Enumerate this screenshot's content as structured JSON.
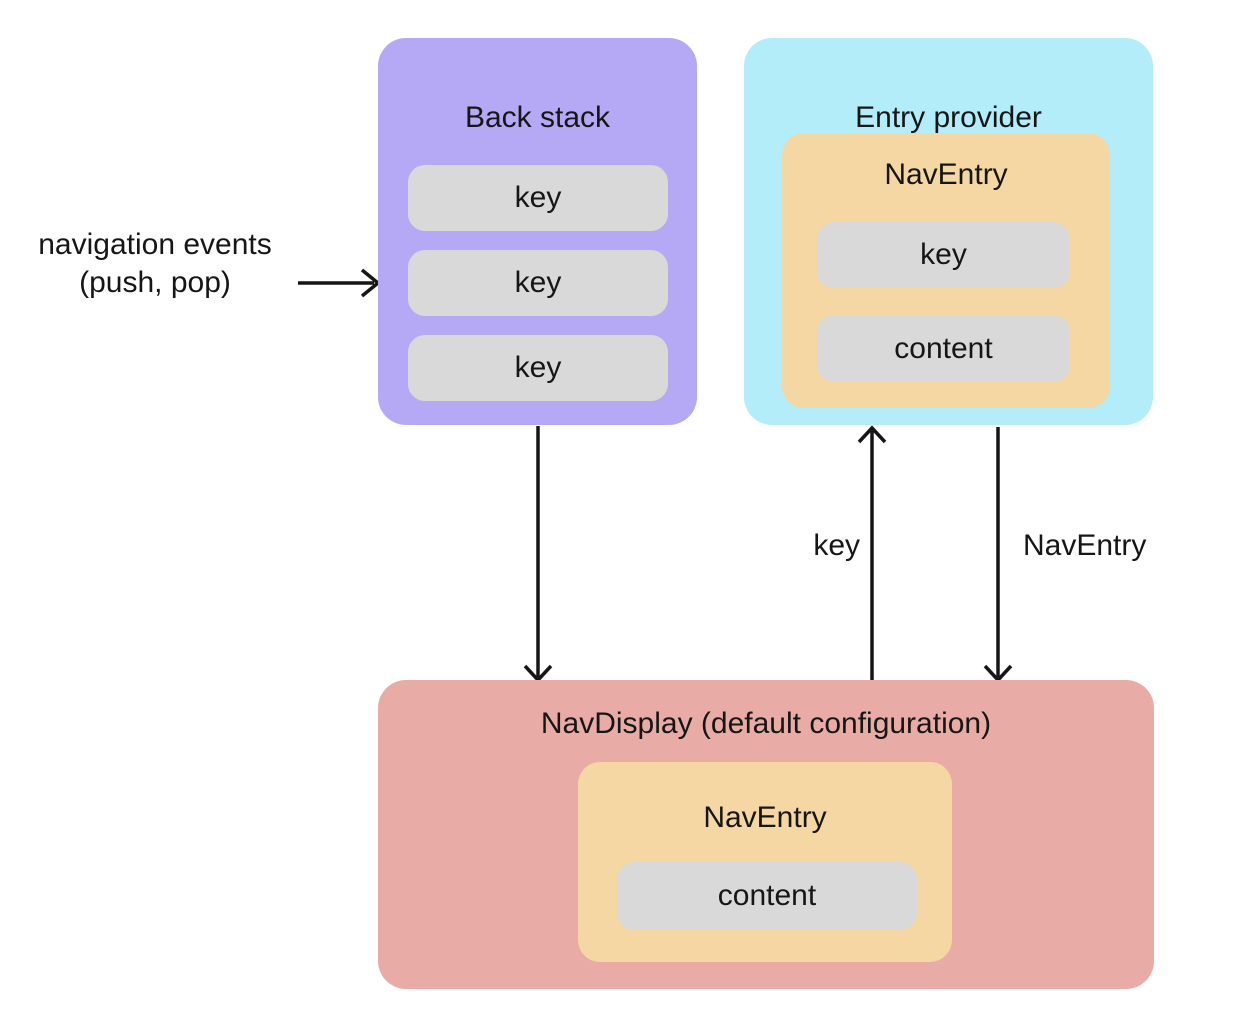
{
  "colors": {
    "box-purple": "#b5a8f5",
    "box-cyan": "#b3edfa",
    "box-tan": "#f4d7a2",
    "box-pink": "#e9aba6",
    "pill-gray": "#d9d9d9",
    "ink": "#161616"
  },
  "back_stack": {
    "title": "Back stack",
    "items": [
      "key",
      "key",
      "key"
    ]
  },
  "entry_provider": {
    "title": "Entry provider",
    "nav_entry": {
      "title": "NavEntry",
      "key": "key",
      "content": "content"
    }
  },
  "nav_display": {
    "title": "NavDisplay (default configuration)",
    "nav_entry": {
      "title": "NavEntry",
      "content": "content"
    }
  },
  "labels": {
    "nav_events_line1": "navigation events",
    "nav_events_line2": "(push, pop)",
    "key_arrow": "key",
    "nav_entry_arrow": "NavEntry"
  }
}
